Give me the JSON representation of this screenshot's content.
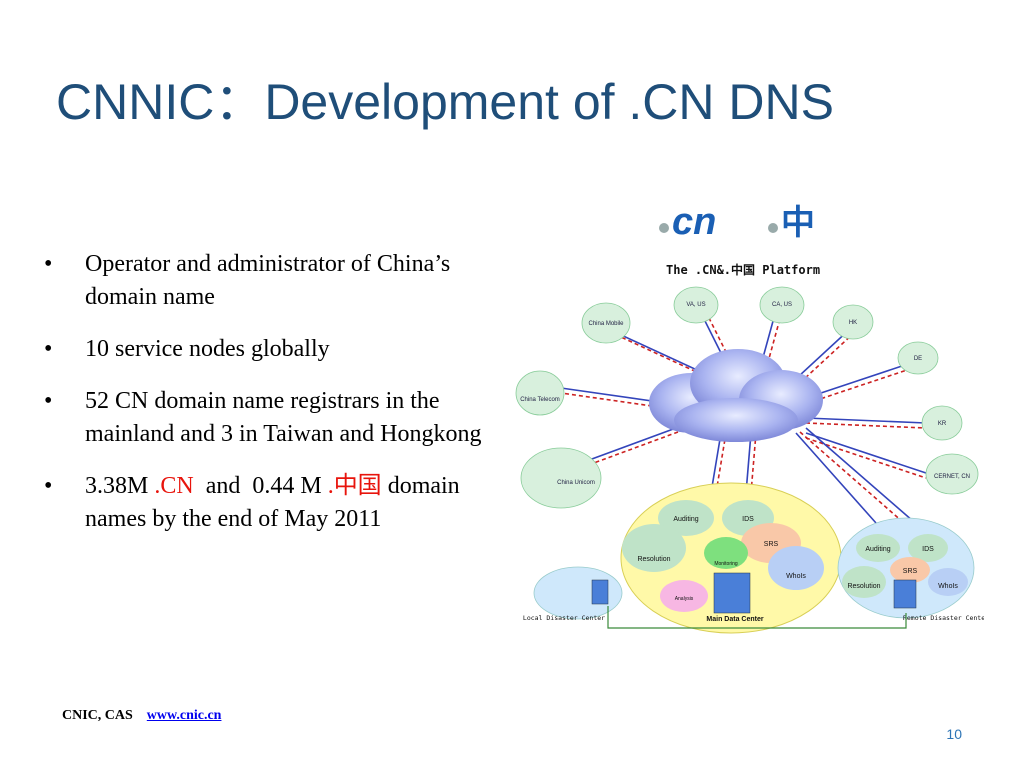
{
  "title": "CNNIC：Development of .CN DNS",
  "bullets": [
    {
      "text": "Operator and administrator of China’s domain name"
    },
    {
      "text": "10 service nodes globally"
    },
    {
      "text": "52 CN domain name registrars in the mainland and 3 in Taiwan and Hongkong"
    },
    {
      "pre": "3.38M ",
      "red1": ".CN",
      "mid": "  and  0.44 M ",
      "red2": ".中国",
      "post": " domain names by the end of May 2011"
    }
  ],
  "diagram": {
    "logo_cn": "cn",
    "logo_zh": "中",
    "platform_title": "The .CN&.中国 Platform",
    "outer_nodes": [
      "China Mobile",
      "VA, US",
      "CA, US",
      "HK",
      "DE",
      "China Telecom",
      "KR",
      "China Unicom",
      "CERNET, CN"
    ],
    "main_center": {
      "label": "Main Data Center",
      "auditing": "Auditing",
      "ids": "IDS",
      "srs": "SRS",
      "resolution": "Resolution",
      "whois": "WhoIs",
      "monitoring": "Monitoring",
      "analysis": "Analysis"
    },
    "remote_center": {
      "label": "Remote Disaster Center",
      "auditing": "Auditing",
      "ids": "IDS",
      "srs": "SRS",
      "resolution": "Resolution",
      "whois": "WhoIs"
    },
    "local_center": "Local Disaster Center"
  },
  "footer": {
    "org": "CNIC, CAS",
    "link": "www.cnic.cn"
  },
  "page_number": "10"
}
